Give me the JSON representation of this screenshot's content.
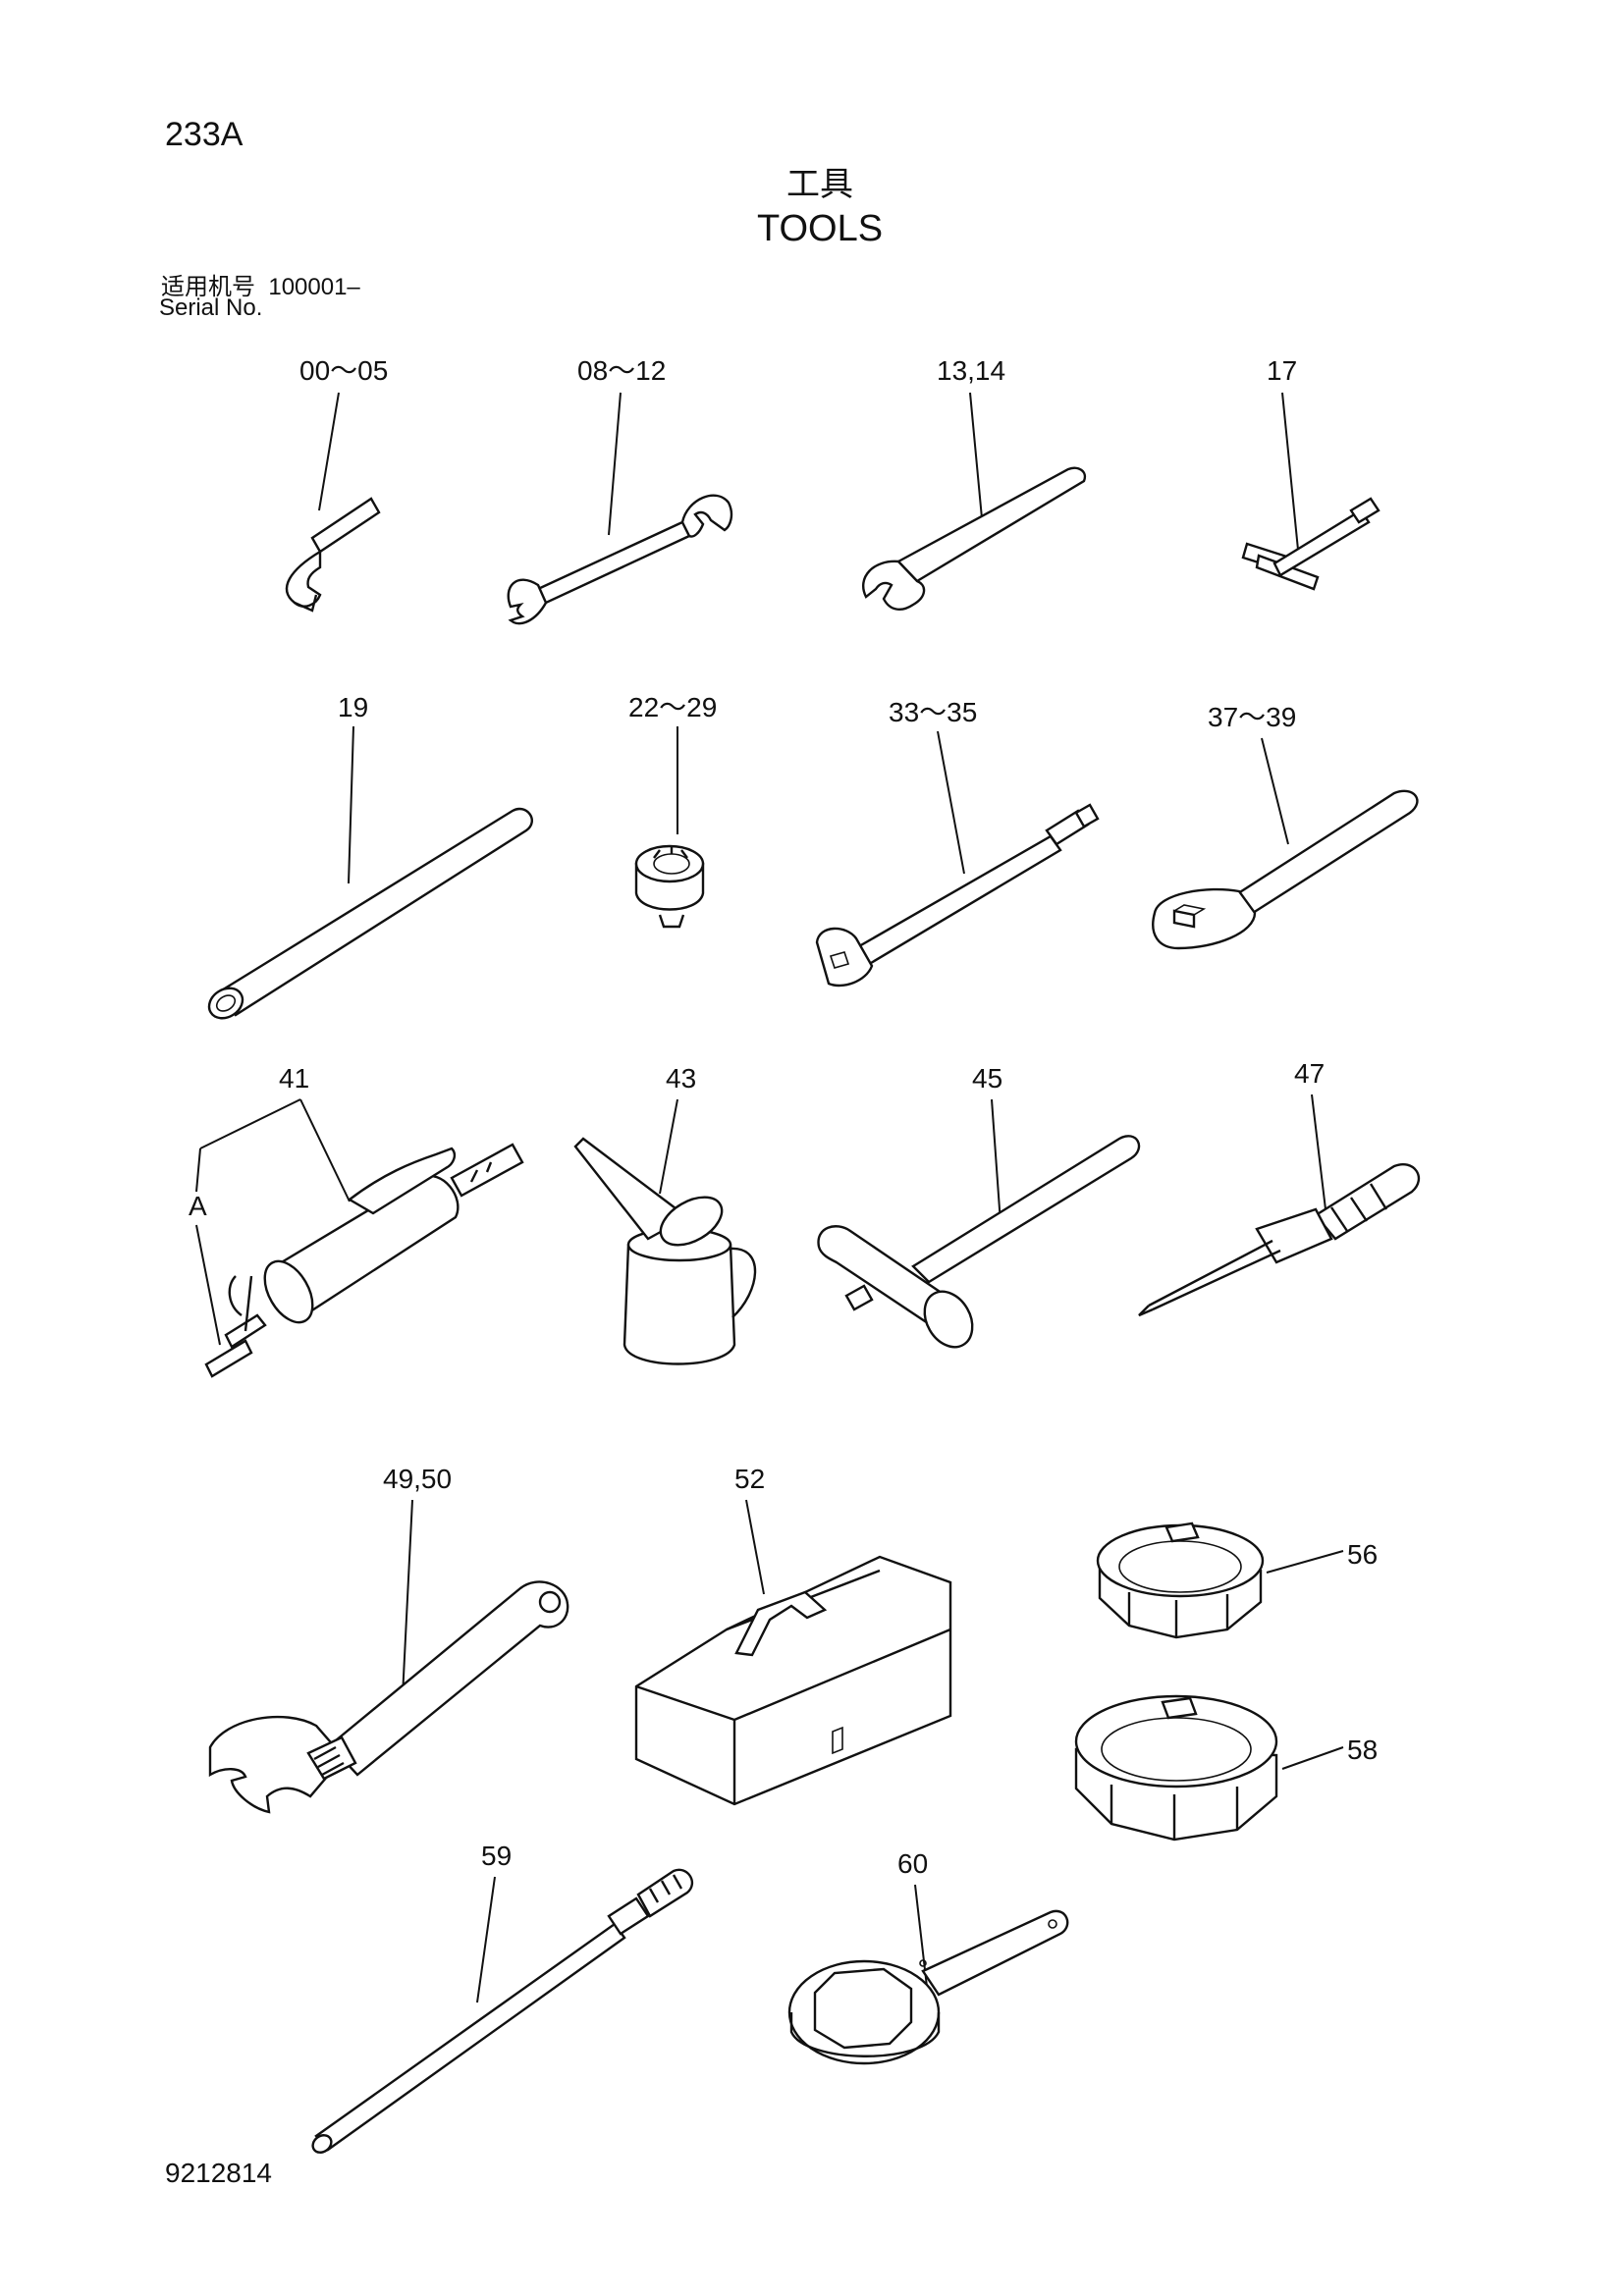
{
  "header": {
    "page_number": "233A",
    "title_cn": "工具",
    "title_en": "TOOLS",
    "serial_label_cn": "适用机号",
    "serial_value": "100001–",
    "serial_label_en": "Serial No."
  },
  "callouts": {
    "hex_keys": "00～05",
    "spanners": "08～12",
    "single_wrench": "13,14",
    "t_handle": "17",
    "pipe": "19",
    "sockets": "22～29",
    "extension_bar": "33～35",
    "ratchet": "37～39",
    "grease_gun": "41",
    "grease_gun_detail": "A",
    "oil_can": "43",
    "hammer": "45",
    "screwdriver": "47",
    "adjustable_wrench": "49,50",
    "tool_box": "52",
    "filter_wrench_small": "56",
    "filter_wrench_large": "58",
    "knurled_bar": "59",
    "ring_wrench": "60"
  },
  "footer": {
    "document_number": "9212814"
  }
}
